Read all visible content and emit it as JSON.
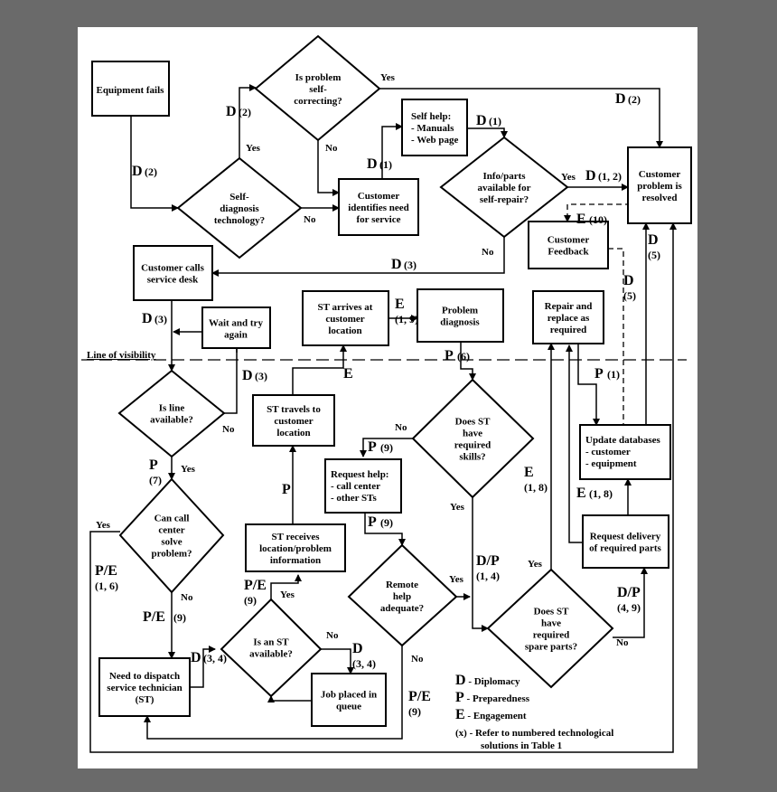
{
  "nodes": {
    "equipment_fails": [
      "Equipment fails"
    ],
    "self_correcting": [
      "Is problem",
      "self-",
      "correcting?"
    ],
    "self_diagnosis": [
      "Self-",
      "diagnosis",
      "technology?"
    ],
    "customer_identifies": [
      "Customer",
      "identifies need",
      "for service"
    ],
    "self_help": [
      "Self help:",
      "- Manuals",
      "- Web page"
    ],
    "info_parts": [
      "Info/parts",
      "available for",
      "self-repair?"
    ],
    "customer_resolved": [
      "Customer",
      "problem is",
      "resolved"
    ],
    "customer_feedback": [
      "Customer",
      "Feedback"
    ],
    "customer_calls": [
      "Customer calls",
      "service desk"
    ],
    "wait_try": [
      "Wait and try",
      "again"
    ],
    "st_arrives": [
      "ST arrives at",
      "customer",
      "location"
    ],
    "problem_diagnosis": [
      "Problem",
      "diagnosis"
    ],
    "repair_replace": [
      "Repair and",
      "replace as",
      "required"
    ],
    "line_available": [
      "Is line",
      "available?"
    ],
    "st_travels": [
      "ST travels to",
      "customer",
      "location"
    ],
    "st_skills": [
      "Does ST",
      "have",
      "required",
      "skills?"
    ],
    "request_help": [
      "Request help:",
      "- call center",
      "- other STs"
    ],
    "update_db": [
      "Update databases",
      "- customer",
      "- equipment"
    ],
    "call_center": [
      "Can call",
      "center",
      "solve",
      "problem?"
    ],
    "st_receives": [
      "ST receives",
      "location/problem",
      "information"
    ],
    "remote_help": [
      "Remote",
      "help",
      "adequate?"
    ],
    "request_delivery": [
      "Request delivery",
      "of required parts"
    ],
    "st_available": [
      "Is an ST",
      "available?"
    ],
    "spare_parts": [
      "Does ST",
      "have",
      "required",
      "spare parts?"
    ],
    "dispatch": [
      "Need to dispatch",
      "service technician",
      "(ST)"
    ],
    "job_queue": [
      "Job placed in",
      "queue"
    ]
  },
  "line_of_visibility": "Line of visibility",
  "labels": {
    "yes": "Yes",
    "no": "No"
  },
  "edge_tags": [
    {
      "tag": "D",
      "num": "(2)"
    },
    {
      "tag": "D",
      "num": "(2)"
    },
    {
      "tag": "D",
      "num": "(2)"
    },
    {
      "tag": "D",
      "num": "(1)"
    },
    {
      "tag": "D",
      "num": "(1)"
    },
    {
      "tag": "D",
      "num": "(1, 2)"
    },
    {
      "tag": "E",
      "num": "(10)"
    },
    {
      "tag": "D",
      "num": "(5)"
    },
    {
      "tag": "D",
      "num": "(5)"
    },
    {
      "tag": "D",
      "num": "(3)"
    },
    {
      "tag": "D",
      "num": "(3)"
    },
    {
      "tag": "E",
      "num": "(1, 9)"
    },
    {
      "tag": "E",
      "num": ""
    },
    {
      "tag": "P",
      "num": "(6)"
    },
    {
      "tag": "D",
      "num": "(3)"
    },
    {
      "tag": "P",
      "num": "(1)"
    },
    {
      "tag": "P",
      "num": "(9)"
    },
    {
      "tag": "P",
      "num": "(7)"
    },
    {
      "tag": "E",
      "num": "(1, 8)"
    },
    {
      "tag": "E",
      "num": "(1, 8)"
    },
    {
      "tag": "P",
      "num": ""
    },
    {
      "tag": "P",
      "num": "(9)"
    },
    {
      "tag": "P/E",
      "num": "(1, 6)"
    },
    {
      "tag": "D/P",
      "num": "(1, 4)"
    },
    {
      "tag": "P/E",
      "num": "(9)"
    },
    {
      "tag": "D/P",
      "num": "(4, 9)"
    },
    {
      "tag": "P/E",
      "num": "(9)"
    },
    {
      "tag": "D",
      "num": "(3, 4)"
    },
    {
      "tag": "D",
      "num": "(3, 4)"
    },
    {
      "tag": "P/E",
      "num": "(9)"
    }
  ],
  "legend": [
    {
      "key": "D",
      "text": " - Diplomacy"
    },
    {
      "key": "P",
      "text": " - Preparedness"
    },
    {
      "key": "E",
      "text": " - Engagement"
    },
    {
      "key": "(x)",
      "text": " - Refer to numbered technological"
    },
    {
      "key": "",
      "text": "solutions in Table 1"
    }
  ]
}
